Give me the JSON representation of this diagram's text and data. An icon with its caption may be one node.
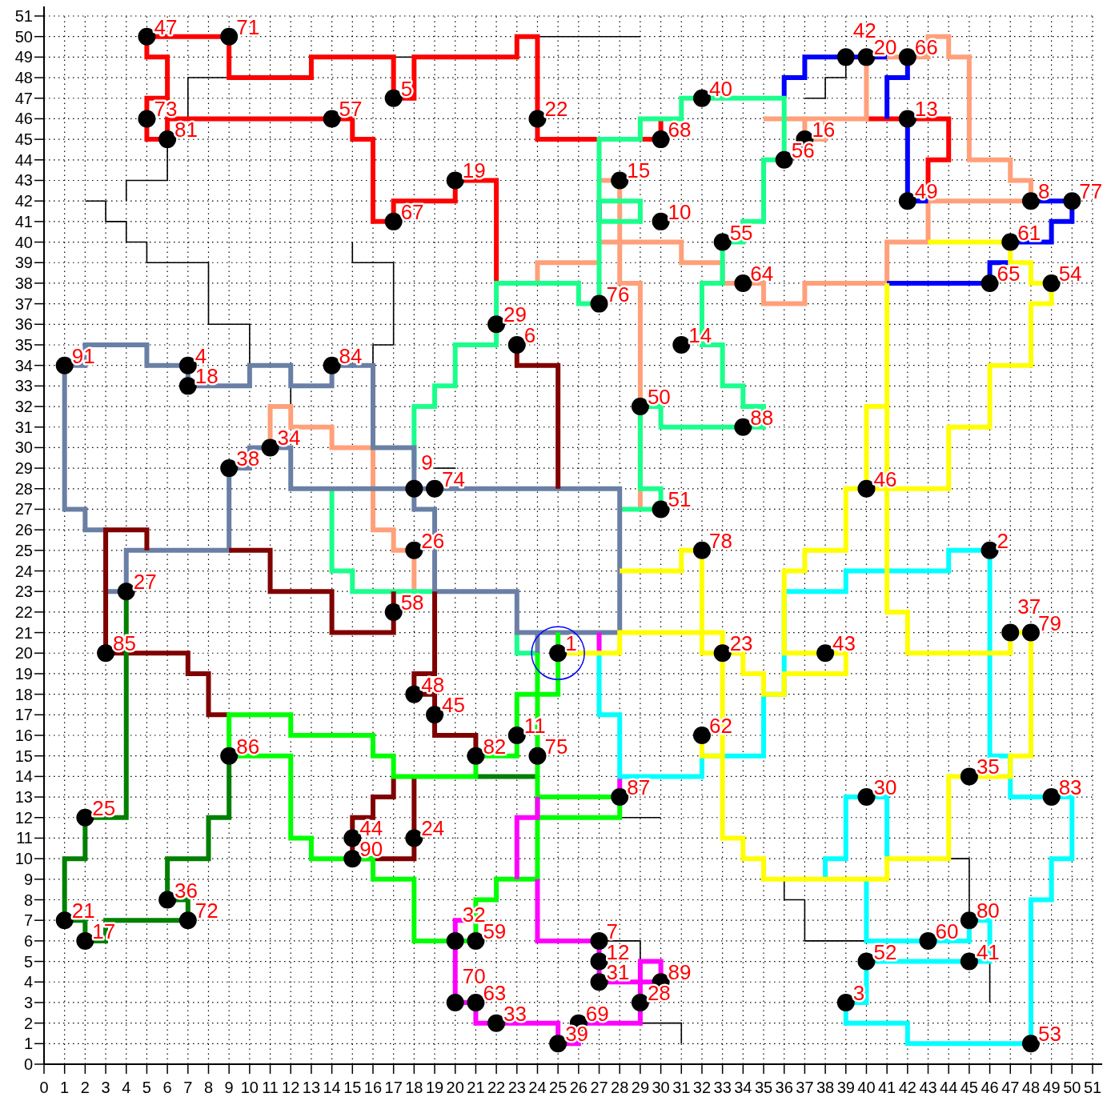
{
  "diagram": {
    "labels": [
      "47",
      "71",
      "42",
      "20",
      "66",
      "5",
      "40",
      "73",
      "57",
      "22",
      "13",
      "81",
      "68",
      "16",
      "56",
      "19",
      "15",
      "49",
      "8",
      "77",
      "67",
      "10",
      "55",
      "61",
      "64",
      "65",
      "54",
      "76",
      "29",
      "6",
      "14",
      "91",
      "4",
      "84",
      "18",
      "50",
      "88",
      "34",
      "38",
      "9",
      "74",
      "46",
      "51",
      "26",
      "78",
      "2",
      "27",
      "58",
      "37",
      "79",
      "85",
      "1",
      "23",
      "43",
      "48",
      "45",
      "11",
      "62",
      "86",
      "82",
      "75",
      "35",
      "87",
      "30",
      "83",
      "25",
      "44",
      "24",
      "90",
      "36",
      "21",
      "72",
      "80",
      "17",
      "32",
      "59",
      "7",
      "60",
      "12",
      "52",
      "41",
      "70",
      "31",
      "89",
      "63",
      "28",
      "3",
      "33",
      "69",
      "39",
      "53",
      "0",
      "1",
      "2",
      "3",
      "4",
      "5",
      "6",
      "7",
      "8",
      "9",
      "10",
      "11",
      "12",
      "13",
      "14",
      "15",
      "16",
      "17",
      "18",
      "19",
      "20",
      "21",
      "22",
      "23",
      "24",
      "25",
      "26",
      "27",
      "28",
      "29",
      "30",
      "31",
      "32",
      "33",
      "34",
      "35",
      "36",
      "37",
      "38",
      "39",
      "40",
      "41",
      "42",
      "43",
      "44",
      "45",
      "46",
      "47",
      "48",
      "49",
      "50",
      "51",
      "0",
      "1",
      "2",
      "3",
      "4",
      "5",
      "6",
      "7",
      "8",
      "9",
      "10",
      "11",
      "12",
      "13",
      "14",
      "15",
      "16",
      "17",
      "18",
      "19",
      "20",
      "21",
      "22",
      "23",
      "24",
      "25",
      "26",
      "27",
      "28",
      "29",
      "30",
      "31",
      "32",
      "33",
      "34",
      "35",
      "36",
      "37",
      "38",
      "39",
      "40",
      "41",
      "42",
      "43",
      "44",
      "45",
      "46",
      "47",
      "48",
      "49",
      "50",
      "51"
    ]
  }
}
